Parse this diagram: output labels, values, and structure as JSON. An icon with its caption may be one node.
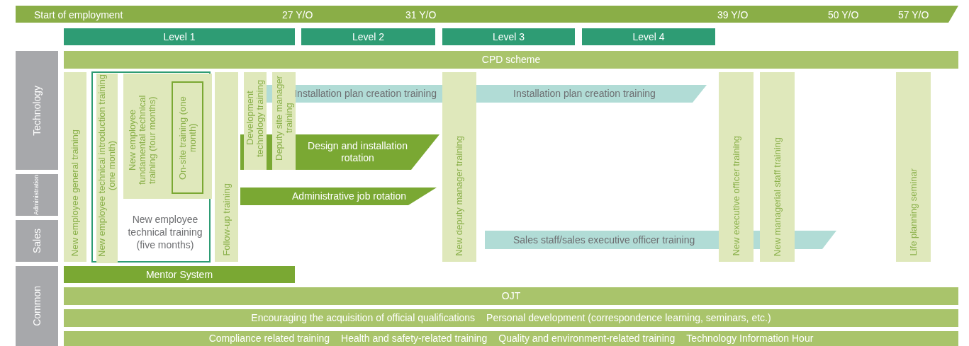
{
  "diagram": {
    "nodes": [
      {
        "text": [
          "Start of employment",
          "27 Y/O",
          "31 Y/O",
          "39 Y/O",
          "50 Y/O",
          "57 Y/O"
        ]
      },
      {
        "text": [
          "Level 1"
        ]
      },
      {
        "text": [
          "Level 2"
        ]
      },
      {
        "text": [
          "Level 3"
        ]
      },
      {
        "text": [
          "Level 4"
        ]
      },
      {
        "text": [
          "CPD scheme"
        ]
      },
      {
        "text": [
          "Technology"
        ]
      },
      {
        "text": [
          "Administration"
        ]
      },
      {
        "text": [
          "Sales"
        ]
      },
      {
        "text": [
          "Common"
        ]
      },
      {
        "text": [
          "New employee general training"
        ]
      },
      {
        "text": [
          "New employee technical training (five months)"
        ]
      },
      {
        "text": [
          "New employee technical introduction training (one month)"
        ],
        "in": 11
      },
      {
        "text": [
          "New employee fundamental technical training (four months)"
        ],
        "in": 11
      },
      {
        "text": [
          "On-site training (one month)"
        ],
        "in": 13
      },
      {
        "text": [
          "Follow-up training"
        ]
      },
      {
        "text": [
          "Design and installation rotation"
        ]
      },
      {
        "text": [
          "Development technology training"
        ]
      },
      {
        "text": [
          "Deputy site manager training"
        ]
      },
      {
        "text": [
          "Installation plan creation training"
        ]
      },
      {
        "text": [
          "Installation plan creation training"
        ]
      },
      {
        "text": [
          "Administrative job rotation"
        ]
      },
      {
        "text": [
          "New deputy manager training"
        ]
      },
      {
        "text": [
          "Sales staff/sales executive officer training"
        ]
      },
      {
        "text": [
          "New executive officer training"
        ]
      },
      {
        "text": [
          "New managerial staff training"
        ]
      },
      {
        "text": [
          "Life planning seminar"
        ]
      },
      {
        "text": [
          "Mentor System"
        ]
      },
      {
        "text": [
          "OJT"
        ]
      },
      {
        "text": [
          "Encouraging the acquisition of official qualifications",
          "Personal development (correspondence learning, seminars, etc.)"
        ]
      },
      {
        "text": [
          "Compliance related training",
          "Health and safety-related training",
          "Quality and environment-related training",
          "Technology Information Hour"
        ]
      }
    ]
  }
}
